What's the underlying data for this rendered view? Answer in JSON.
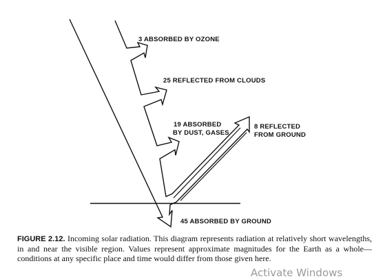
{
  "labels": {
    "ozone": "3   ABSORBED BY OZONE",
    "clouds": "25   REFLECTED FROM CLOUDS",
    "dust_line1": "19   ABSORBED",
    "dust_line2": "BY DUST, GASES",
    "ground_reflect_line1": "8   REFLECTED",
    "ground_reflect_line2": "FROM GROUND",
    "ground_absorb": "45   ABSORBED BY GROUND"
  },
  "caption": {
    "figure_number": "FIGURE 2.12.",
    "text": " Incoming solar radiation. This diagram represents radiation at relatively short wavelengths, in and near the visible region. Values represent approximate magnitudes for the Earth as a whole—conditions at any specific place and time would differ from those given here."
  },
  "watermark": "Activate Windows"
}
